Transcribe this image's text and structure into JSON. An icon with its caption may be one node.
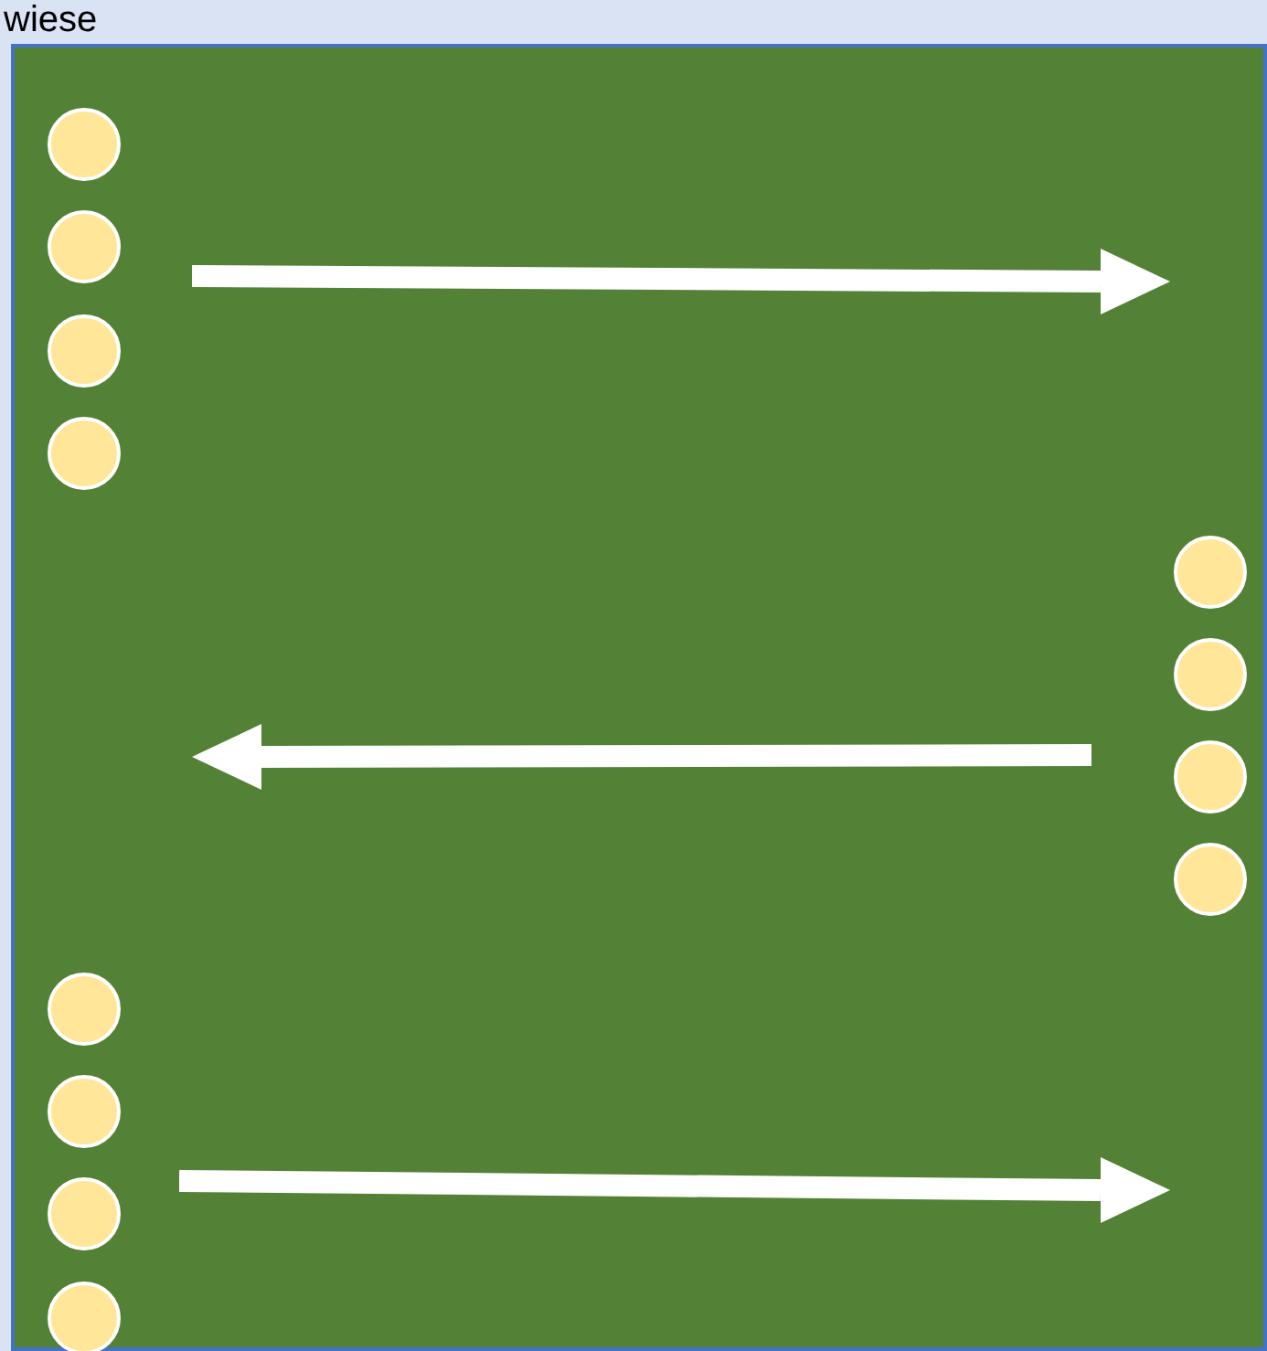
{
  "diagram": {
    "nodes": [
      {
        "text": [
          "wiese"
        ]
      },
      {
        "text": [],
        "shape": "circle",
        "in": 0
      },
      {
        "text": [],
        "shape": "circle",
        "in": 0
      },
      {
        "text": [],
        "shape": "circle",
        "in": 0
      },
      {
        "text": [],
        "shape": "circle",
        "in": 0
      },
      {
        "text": [],
        "shape": "circle",
        "in": 0
      },
      {
        "text": [],
        "shape": "circle",
        "in": 0
      },
      {
        "text": [],
        "shape": "circle",
        "in": 0
      },
      {
        "text": [],
        "shape": "circle",
        "in": 0
      },
      {
        "text": [],
        "shape": "circle",
        "in": 0
      },
      {
        "text": [],
        "shape": "circle",
        "in": 0
      },
      {
        "text": [],
        "shape": "circle",
        "in": 0
      },
      {
        "text": [],
        "shape": "circle",
        "in": 0
      }
    ]
  }
}
